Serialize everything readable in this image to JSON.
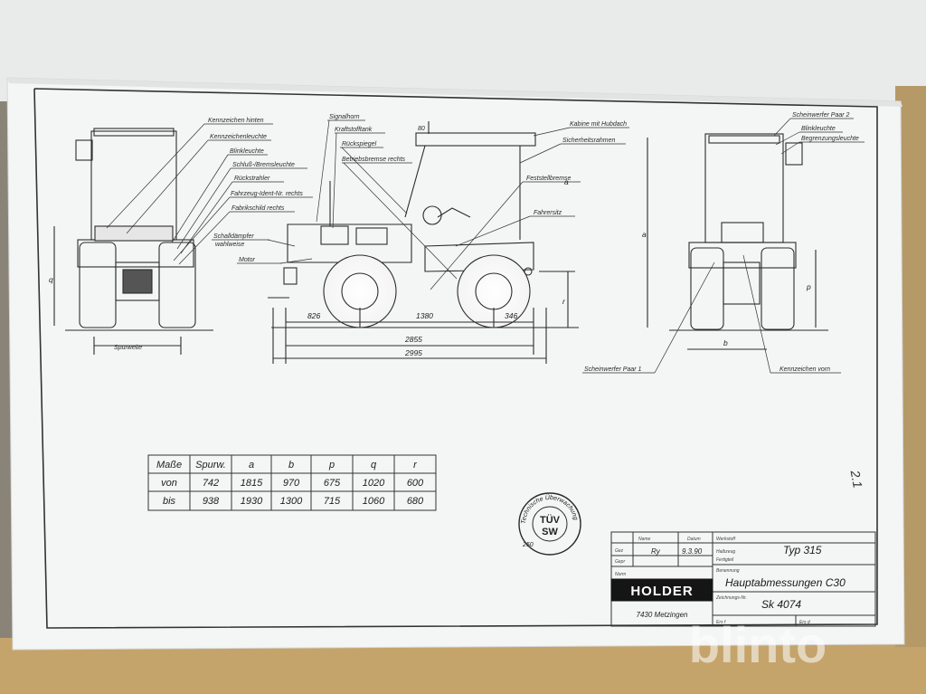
{
  "labels": {
    "kennzeichen_hinten": "Kennzeichen hinten",
    "kennzeichenleuchte": "Kennzeichenleuchte",
    "blinkleuchte_rear": "Blinkleuchte",
    "schluss_bremsleuchte": "Schluß-/Bremsleuchte",
    "rueckstrahler": "Rückstrahler",
    "fahrzeug_ident": "Fahrzeug-Ident-Nr. rechts",
    "fabrikschild": "Fabrikschild rechts",
    "schalldaempfer_1": "Schalldämpfer",
    "schalldaempfer_2": "wahlweise",
    "motor": "Motor",
    "signalhorn": "Signalhorn",
    "kraftstofftank": "Kraftstofftank",
    "rueckspiegel": "Rückspiegel",
    "betriebsbremse": "Betriebsbremse rechts",
    "kabine": "Kabine mit Hubdach",
    "sicherheitsrahmen": "Sicherheitsrahmen",
    "feststellbremse": "Feststellbremse",
    "fahrersitz": "Fahrersitz",
    "scheinwerfer_paar_2": "Scheinwerfer Paar 2",
    "blinkleuchte_front": "Blinkleuchte",
    "begrenzungsleuchte": "Begrenzungsleuchte",
    "scheinwerfer_paar_1": "Scheinwerfer Paar 1",
    "kennzeichen_vorn": "Kennzeichen vorn",
    "spurweite": "Spurweite"
  },
  "dims": {
    "d826": "826",
    "d1380": "1380",
    "d346": "346",
    "d2855": "2855",
    "d2995": "2995",
    "a_side": "a",
    "r_side": "r",
    "q_rear": "q",
    "a_front": "a",
    "p_front": "p",
    "b_front": "b",
    "top_small": "80"
  },
  "table": {
    "headers": [
      "Maße",
      "Spurw.",
      "a",
      "b",
      "p",
      "q",
      "r"
    ],
    "rows": [
      [
        "von",
        "742",
        "1815",
        "970",
        "675",
        "1020",
        "600"
      ],
      [
        "bis",
        "938",
        "1930",
        "1300",
        "715",
        "1060",
        "680"
      ]
    ]
  },
  "stamp": {
    "ring_text": "Technische Überwachung ",
    "center": "TÜV",
    "center2": "SW",
    "number": "250"
  },
  "title_block": {
    "col_name": "Name",
    "col_datum": "Datum",
    "werkstoff": "Werkstoff",
    "gez": "Gez",
    "gez_name": "Ry",
    "gez_datum": "9.3.90",
    "gepr": "Gepr",
    "norm": "Norm",
    "halbzeug": "Halbzeug",
    "fertigteil": "Fertigteil",
    "typ": "Typ 315",
    "benennung": "Benennung",
    "title": "Hauptabmessungen C30",
    "zeichnungs_nr_label": "Zeichnungs-Nr.",
    "zeichnungs_nr": "Sk 4074",
    "company": "HOLDER",
    "location": "7430 Metzingen",
    "ers_fuer": "Ers f",
    "ers_durch": "Ers d"
  },
  "page_number": "2.1",
  "watermark": "blinto"
}
